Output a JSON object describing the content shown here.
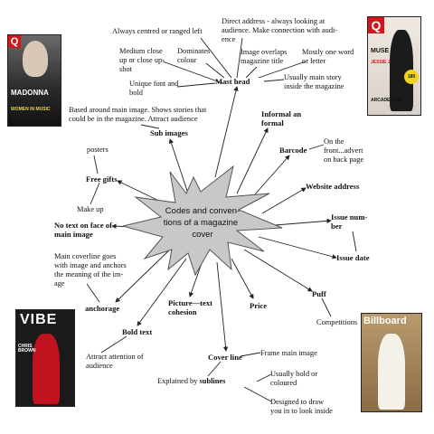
{
  "center": {
    "line1": "Codes and conven-",
    "line2": "tions of a magazine",
    "line3": "cover"
  },
  "labels": {
    "always_centred": "Always centred or ranged left",
    "direct_address": "Direct address - always looking at\naudience. Make connection with audi-\nence",
    "medium_close": "Medium close\nup or close up-\nshot",
    "dominates_colour": "Dominates\ncolour",
    "image_overlaps": "Image overlaps\nmagazine title",
    "mostly_one_word": "Mostly one word\nor letter",
    "unique_font": "Unique font and\nbold",
    "masthead": "Mast head",
    "usually_main_story": "Usually main story\ninside the magazine",
    "based_around": "Based around main image. Shows stories that\ncould be in the magazine. Attract audience",
    "sub_images": "Sub images",
    "informal_formal": "Informal an\nformal",
    "barcode": "Barcode",
    "on_the_front": "On the\nfront...advert\non back page",
    "posters": "posters",
    "free_gifts": "Free gifts",
    "website_address": "Website address",
    "make_up": "Make up",
    "issue_number": "Issue num-\nber",
    "no_text": "No text on face of\nmain image",
    "issue_date": "Issue date",
    "main_coverline": "Main coverline goes\nwith image and anchors\nthe meaning of the im-\nage",
    "anchorage": "anchorage",
    "picture_text": "Picture—text\ncohesion",
    "price": "Price",
    "puff": "Puff",
    "competitions": "Competitions",
    "bold_text": "Bold text",
    "attract_attention": "Attract attention of\naudience",
    "cover_line": "Cover line",
    "frame_main_image": "Frame main image",
    "explained_by": "Explained by ",
    "sublines": "sublines",
    "usually_bold": "Usually bold or\ncoloured",
    "designed_to_draw": "Designed to draw\nyou in to look inside"
  },
  "thumbnails": {
    "q_madonna": {
      "mast": "Q",
      "name": "MADONNA",
      "line": "WOMEN IN MUSIC"
    },
    "q_muse": {
      "mast": "Q",
      "line1": "MUSE",
      "line2": "JESSIE J",
      "line3": "ARCADE FIRE",
      "badge": "180"
    },
    "vibe": {
      "mast": "VIBE",
      "name": "CHRIS BROWN"
    },
    "billboard": {
      "mast": "Billboard"
    }
  },
  "colors": {
    "star_fill": "#c8c8c8",
    "star_stroke": "#555555",
    "arrow": "#222222",
    "q_red": "#d4161c"
  }
}
